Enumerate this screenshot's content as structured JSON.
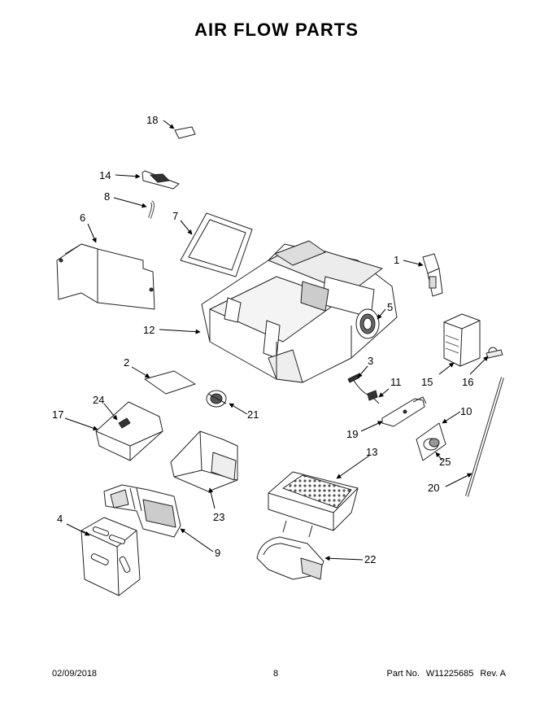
{
  "title": "AIR FLOW PARTS",
  "footer": {
    "date": "02/09/2018",
    "page": "8",
    "part_label": "Part No.",
    "part_number": "W11225685",
    "revision": "Rev.  A"
  },
  "callouts": {
    "c1": "1",
    "c2": "2",
    "c3": "3",
    "c4": "4",
    "c5": "5",
    "c6": "6",
    "c7": "7",
    "c8": "8",
    "c9": "9",
    "c10": "10",
    "c11": "11",
    "c12": "12",
    "c13": "13",
    "c14": "14",
    "c15": "15",
    "c16": "16",
    "c17": "17",
    "c18": "18",
    "c19": "19",
    "c20": "20",
    "c21": "21",
    "c22": "22",
    "c23": "23",
    "c24": "24",
    "c25": "25"
  }
}
